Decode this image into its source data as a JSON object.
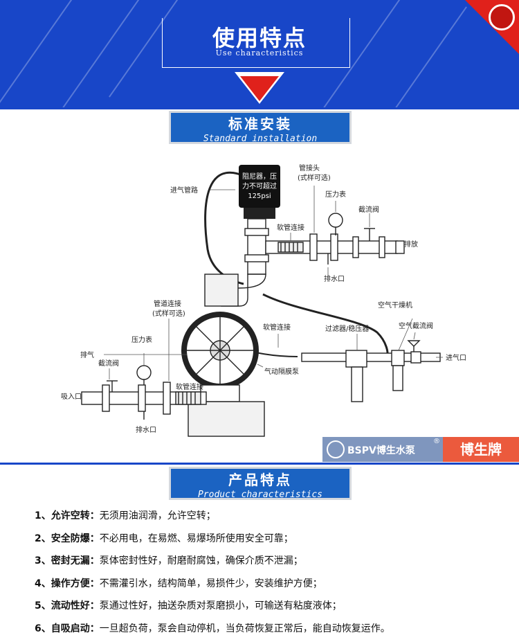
{
  "header": {
    "title_cn": "使用特点",
    "title_en": "Use characteristics"
  },
  "section1": {
    "title_cn": "标准安装",
    "title_en": "Standard installation"
  },
  "section2": {
    "title_cn": "产品特点",
    "title_en": "Product characteristics"
  },
  "diagram_labels": {
    "damper_line1": "阻尼器，压",
    "damper_line2": "力不可超过",
    "damper_line3": "125psi",
    "inlet_air_pipe": "进气管路",
    "pipe_joint": "管接头",
    "pipe_joint_sub": "(式样可选)",
    "pressure_gauge_top": "压力表",
    "throttle_valve_top": "截流阀",
    "hose_connect_top": "软管连接",
    "discharge": "排放",
    "drain_top": "排水口",
    "air_dryer": "空气干燥机",
    "air_throttle_valve": "空气截流阀",
    "pipe_connect": "管道连接",
    "pipe_connect_sub": "(式样可选)",
    "hose_connect_mid": "软管连接",
    "filter_regulator": "过滤器/稳压器",
    "pressure_gauge_left": "压力表",
    "exhaust": "排气",
    "throttle_valve_left": "截流阀",
    "air_inlet": "进气口",
    "pump_name": "气动隔膜泵",
    "suction_port": "吸入口",
    "hose_connect_bottom": "软管连接",
    "drain_bottom": "排水口"
  },
  "brand": {
    "logo_text": "BSPV博生水泵",
    "registered": "®",
    "name_cn": "博生牌"
  },
  "features": [
    {
      "num": "1、",
      "name": "允许空转：",
      "desc": "无须用油润滑，允许空转；"
    },
    {
      "num": "2、",
      "name": "安全防爆：",
      "desc": "不必用电，在易燃、易爆场所使用安全可靠；"
    },
    {
      "num": "3、",
      "name": "密封无漏：",
      "desc": "泵体密封性好，耐磨耐腐蚀，确保介质不泄漏；"
    },
    {
      "num": "4、",
      "name": "操作方便：",
      "desc": "不需灌引水，结构简单，易损件少，安装维护方便；"
    },
    {
      "num": "5、",
      "name": "流动性好：",
      "desc": "泵通过性好，抽送杂质对泵磨损小，可输送有粘度液体；"
    },
    {
      "num": "6、",
      "name": "自吸启动：",
      "desc": "一旦超负荷，泵会自动停机，当负荷恢复正常后，能自动恢复运作。"
    }
  ],
  "colors": {
    "banner_blue": "#1846c8",
    "tab_blue": "#1b63c2",
    "accent_red": "#e0211b",
    "brand_orange": "#eb5a3d"
  }
}
